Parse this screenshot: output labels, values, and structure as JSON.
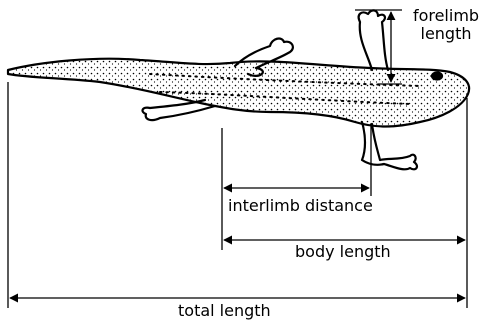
{
  "figure": {
    "subject": "salamander outline (dorsal view)",
    "labels": {
      "forelimb_line1": "forelimb",
      "forelimb_line2": "length",
      "interlimb": "interlimb distance",
      "body": "body length",
      "total": "total length"
    },
    "colors": {
      "ink": "#000000",
      "background": "#ffffff"
    }
  }
}
